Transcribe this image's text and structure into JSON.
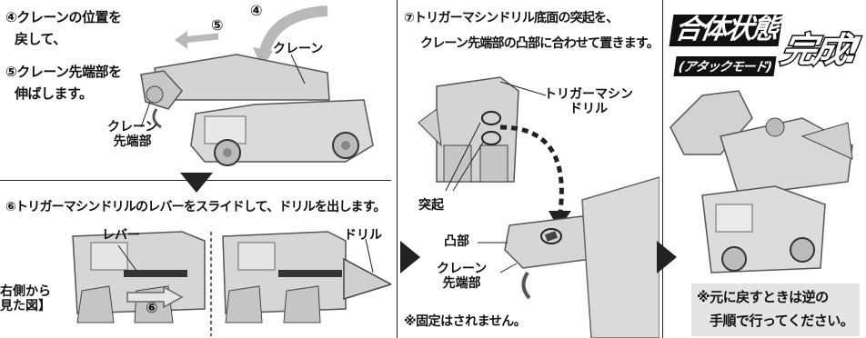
{
  "step4": {
    "line1": "④クレーンの位置を",
    "line2": "戻して、"
  },
  "step5": {
    "line1": "⑤クレーン先端部を",
    "line2": "伸ばします。"
  },
  "labels": {
    "crane": "クレーン",
    "crane_tip": "クレーン\n先端部",
    "lever": "レバー",
    "drill": "ドリル",
    "trigger_drill": "トリガーマシン\nドリル",
    "protrusion": "突起",
    "recess": "凸部",
    "crane_tip2": "クレーン\n先端部",
    "right_side_view": "右側から\n見た図】"
  },
  "markers": {
    "four": "④",
    "five": "⑤",
    "six": "⑥"
  },
  "step6": {
    "text": "⑥トリガーマシンドリルのレバーをスライドして、ドリルを出します。"
  },
  "step7": {
    "line1": "⑦トリガーマシンドリル底面の突起を、",
    "line2": "クレーン先端部の凸部に合わせて置きます。"
  },
  "note_fixed": "※固定はされません。",
  "complete": {
    "state": "合体状態",
    "mode": "(アタックモード)",
    "done": "完成!"
  },
  "note_return": {
    "line1": "※元に戻すときは逆の",
    "line2": "手順で行ってください。"
  }
}
